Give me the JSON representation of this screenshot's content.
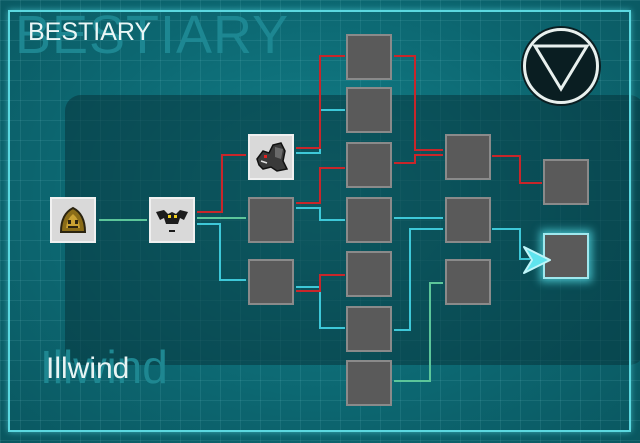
{
  "header": {
    "title": "BESTIARY"
  },
  "creature": {
    "name": "Illwind"
  },
  "menu_button": {
    "icon": "down-triangle-icon"
  },
  "colors": {
    "red_link": "#c8262a",
    "cyan_link": "#3ec8d8",
    "green_link": "#5cc69a",
    "node_fill": "#5a5a5a"
  },
  "tree": {
    "nodes": [
      {
        "id": "root",
        "label": "",
        "icon": "slime-creature-icon",
        "revealed": true
      },
      {
        "id": "l1",
        "label": "",
        "icon": "bat-creature-icon",
        "revealed": true
      },
      {
        "id": "l2a",
        "label": "",
        "icon": "dragon-creature-icon",
        "revealed": true
      },
      {
        "id": "l2b",
        "label": "",
        "icon": "",
        "revealed": false
      },
      {
        "id": "l2c",
        "label": "",
        "icon": "",
        "revealed": false
      },
      {
        "id": "c1",
        "label": "",
        "icon": "",
        "revealed": false
      },
      {
        "id": "c2",
        "label": "",
        "icon": "",
        "revealed": false
      },
      {
        "id": "c3",
        "label": "",
        "icon": "",
        "revealed": false
      },
      {
        "id": "c4",
        "label": "",
        "icon": "",
        "revealed": false
      },
      {
        "id": "c5",
        "label": "",
        "icon": "",
        "revealed": false
      },
      {
        "id": "c6",
        "label": "",
        "icon": "",
        "revealed": false
      },
      {
        "id": "c7",
        "label": "",
        "icon": "",
        "revealed": false
      },
      {
        "id": "d1",
        "label": "",
        "icon": "",
        "revealed": false
      },
      {
        "id": "d2",
        "label": "",
        "icon": "",
        "revealed": false
      },
      {
        "id": "d3",
        "label": "",
        "icon": "",
        "revealed": false
      },
      {
        "id": "e1",
        "label": "",
        "icon": "",
        "revealed": false
      },
      {
        "id": "e2",
        "label": "",
        "icon": "",
        "revealed": false,
        "selected": true
      }
    ]
  }
}
